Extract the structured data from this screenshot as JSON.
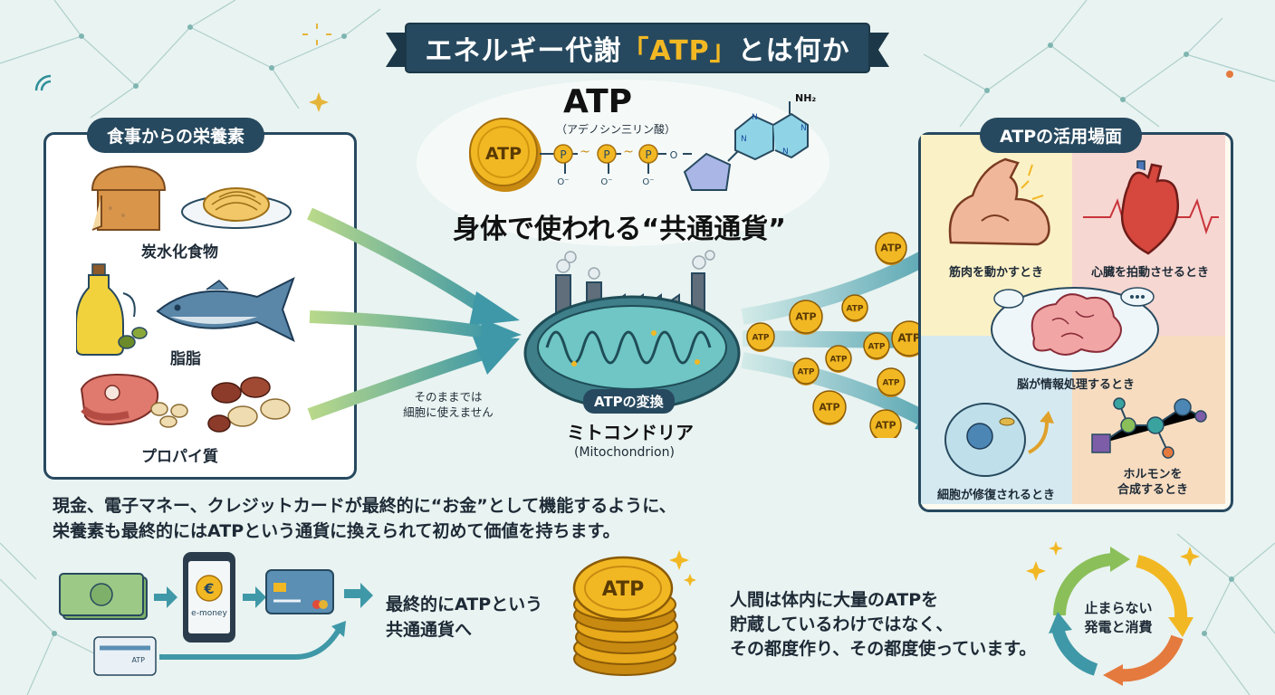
{
  "title": {
    "prefix": "エネルギー代謝",
    "highlight": "「ATP」",
    "suffix": "とは何か"
  },
  "nutrients_panel": {
    "tag": "食事からの栄養素",
    "items": [
      {
        "label": "炭水化食物"
      },
      {
        "label": "脂脂"
      },
      {
        "label": "プロパイ質"
      }
    ],
    "note_line1": "そのままでは",
    "note_line2": "細胞に使えません"
  },
  "atp_info": {
    "heading": "ATP",
    "subheading": "（アデノシン三リン酸）",
    "coin_label": "ATP",
    "phosphate": "P",
    "tilde": "~",
    "o_minus": "O⁻",
    "o_link": "O",
    "nh2": "NH₂",
    "n_atom": "N",
    "tagline": "身体で使われる“共通通貨”"
  },
  "mitochondria": {
    "badge": "ATPの変換",
    "name": "ミトコンドリア",
    "latin": "(Mitochondrion)"
  },
  "usage_panel": {
    "tag": "ATPの活用場面",
    "cells": [
      {
        "label": "筋肉を動かすとき"
      },
      {
        "label": "心臓を拍動させるとき"
      },
      {
        "label": "脳が情報処理するとき"
      },
      {
        "label": "細胞が修復されるとき"
      },
      {
        "label_line1": "ホルモンを",
        "label_line2": "合成するとき"
      }
    ]
  },
  "coin_label": "ATP",
  "explanation": {
    "line1": "現金、電子マネー、クレジットカードが最終的に“お金”として機能するように、",
    "line2": "栄養素も最終的にはATPという通貨に換えられて初めて価値を持ちます。"
  },
  "money_flow": {
    "phone_label": "e-money",
    "euro": "€",
    "card_label": "ATP",
    "final_line1": "最終的にATPという",
    "final_line2": "共通通貨へ",
    "stack_label": "ATP"
  },
  "storage_note": {
    "line1": "人間は体内に大量のATPを",
    "line2": "貯蔵しているわけではなく、",
    "line3": "その都度作り、その都度使っています。"
  },
  "cycle": {
    "line1": "止まらない",
    "line2": "発電と消費"
  },
  "colors": {
    "navy": "#27495f",
    "gold": "#f2b823",
    "teal": "#2f8f9a",
    "background": "#e9f3f1"
  }
}
